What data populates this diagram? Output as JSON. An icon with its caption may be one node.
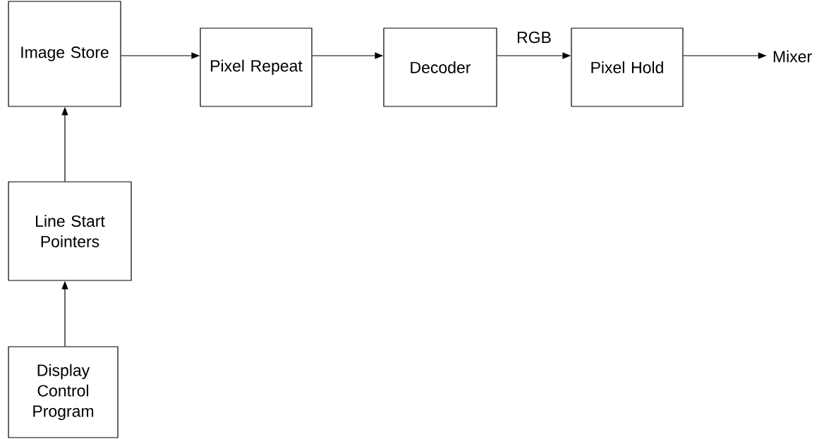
{
  "diagram": {
    "nodes": [
      {
        "text": [
          "Image Store"
        ]
      },
      {
        "text": [
          "Pixel Repeat"
        ]
      },
      {
        "text": [
          "Decoder"
        ]
      },
      {
        "text": [
          "Pixel Hold"
        ]
      },
      {
        "text": [
          "Mixer"
        ]
      },
      {
        "text": [
          "Line Start Pointers"
        ]
      },
      {
        "text": [
          "Display Control Program"
        ]
      }
    ],
    "edges": [
      {
        "from": 0,
        "to": 1,
        "arrow": "to"
      },
      {
        "from": 1,
        "to": 2,
        "arrow": "to"
      },
      {
        "from": 2,
        "to": 3,
        "arrow": "to",
        "label": "RGB"
      },
      {
        "from": 3,
        "to": 4,
        "arrow": "to"
      },
      {
        "from": 5,
        "to": 0,
        "arrow": "to"
      },
      {
        "from": 6,
        "to": 5,
        "arrow": "to"
      }
    ]
  }
}
